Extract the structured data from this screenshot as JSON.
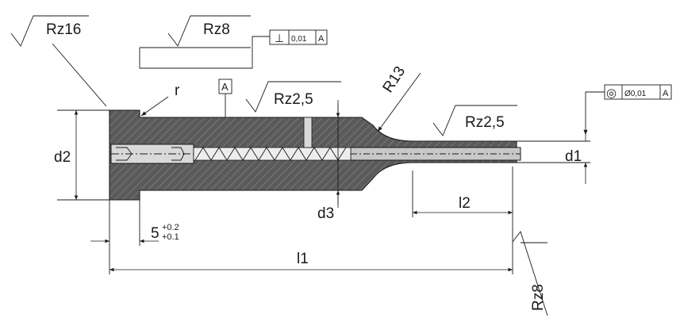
{
  "labels": {
    "rz16": "Rz16",
    "rz8_top": "Rz8",
    "rz2_5_left": "Rz2,5",
    "rz2_5_right": "Rz2,5",
    "rz8_right": "Rz8",
    "r": "r",
    "r13": "R13",
    "datum": "A",
    "d1": "d1",
    "d2": "d2",
    "d3": "d3",
    "l1": "l1",
    "l2": "l2",
    "shoulder_nominal": "5",
    "shoulder_tol_upper": "+0.2",
    "shoulder_tol_lower": "+0.1"
  },
  "perpendicularity_frame": {
    "symbol": "⊥",
    "tolerance": "0,01",
    "datum": "A"
  },
  "concentricity_frame": {
    "symbol": "◎",
    "tolerance": "Ø0,01",
    "datum": "A"
  },
  "colors": {
    "part_fill": "#5a5a5a",
    "hatch_line": "#8c8c8c",
    "line": "#1a1a1a"
  }
}
